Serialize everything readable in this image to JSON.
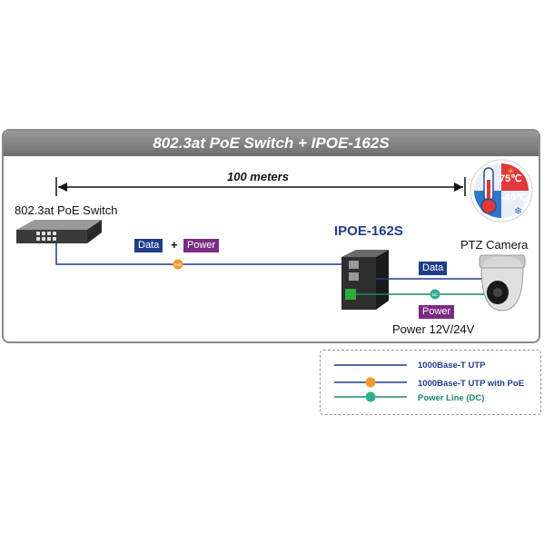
{
  "title": "802.3at PoE Switch + IPOE-162S",
  "distance": "100 meters",
  "devices": {
    "switch": "802.3at PoE Switch",
    "injector": "IPOE-162S",
    "camera": "PTZ Camera"
  },
  "tags": {
    "data_left": "Data",
    "plus": "+",
    "power_left": "Power",
    "data_right": "Data",
    "power_right": "Power"
  },
  "power_supply": "Power 12V/24V",
  "temperature": {
    "high": "75℃",
    "low": "-40℃"
  },
  "icons": {
    "poe": "PoE",
    "dc": "DC"
  },
  "legend": [
    {
      "label": "1000Base-T UTP",
      "color": "#1f3d8c"
    },
    {
      "label": "1000Base-T UTP with PoE",
      "color": "#1f3d8c"
    },
    {
      "label": "Power Line (DC)",
      "color": "#1a8a6a"
    }
  ],
  "colors": {
    "utp": "#1f3d8c",
    "dc": "#1a8a6a",
    "poe_dot": "#f39a2e",
    "dc_dot": "#2fb08a"
  }
}
